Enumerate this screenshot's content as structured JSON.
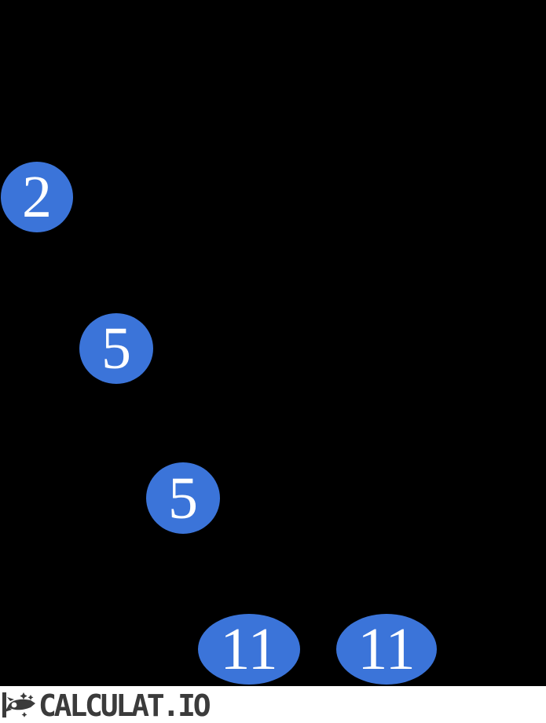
{
  "diagram": {
    "type": "factor-tree-leaves",
    "nodes": [
      {
        "label": "2"
      },
      {
        "label": "5"
      },
      {
        "label": "5"
      },
      {
        "label": "11"
      },
      {
        "label": "11"
      }
    ],
    "node_fill_color": "#3B74D9",
    "node_text_color": "#FFFFFF",
    "background_color": "#000000"
  },
  "footer": {
    "brand": "CALCULAT.IO",
    "icon": "rocket-icon",
    "text_color": "#3B3B3B",
    "background_color": "#FFFFFF"
  }
}
